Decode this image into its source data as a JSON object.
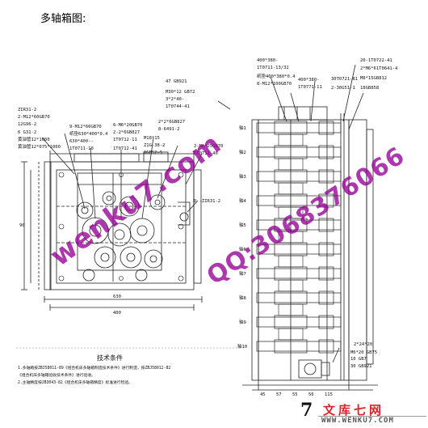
{
  "page": {
    "heading": "多轴箱图:"
  },
  "labels": {
    "l_zir": "ZIR31-2",
    "l_m12": "2-M12*60GB70",
    "l_12g96": "12G96-2",
    "l_6g31": "6 G31-2",
    "l_oil1": "黄油管12*1000",
    "l_oil2": "黄油管12*075*1000",
    "l_9m12": "9-M12*60GB70",
    "l_box": "纸垫630*400*0.4",
    "l_630": "630*400--",
    "l_1t0711_10": "1T0711-10",
    "l_6m6": "6-M6*20GB70",
    "l_2m6": "2-2*6GB827",
    "l_1t0712_11": "1T0712-11",
    "l_1t0712_41": "1T0712-41",
    "l_47": "47 GB921",
    "l_m30": "M30*12 GB72",
    "l_3x2": "3*2*40-",
    "l_1t0744": "1T0744-41",
    "l_2x2": "2*2*6GB827",
    "l_8": "8-6491-2",
    "l_m18": "M18*15",
    "l_z1g": "Z1G-38-2",
    "l_8gb": "8GB52-5",
    "l_2m6b": "2-M6*25GB70",
    "l_1t0711b": "1T0711-40",
    "l_dzir": "D -ZIR31-2",
    "l_400a": "400*380-",
    "l_1t0711_13": "1T0711-13/32",
    "l_gasket": "纸垫400*380*0.4",
    "l_8m12": "8-M12*100GB70",
    "l_400b": "400*380-",
    "l_1t0771": "1T0771-11",
    "l_20": "20-1T0722-41",
    "l_2m6c": "2*M6*61T0641-4",
    "l_30t": "30T0721-81",
    "l_m8": "M8*15GB812",
    "l_2_30g": "2-30G51-1",
    "l_18gb": "18GB858",
    "l_2x24": "2*24*20",
    "l_m6": "M6*20 GB75",
    "l_10": "10 GB7",
    "l_30": "30 GB921",
    "dim_630": "630",
    "dim_400": "400",
    "dim_90": "90",
    "dim_45": "45",
    "dim_57": "57",
    "dim_55": "55",
    "dim_56": "56",
    "dim_115": "115"
  },
  "spindles": {
    "s1": "轴1",
    "s2": "轴2",
    "s3": "轴3",
    "s4": "轴4",
    "s5": "轴5",
    "s6": "轴6",
    "s7": "轴7",
    "s8": "轴8",
    "s9": "轴9",
    "s10": "轴10"
  },
  "tech": {
    "title": "技术条件",
    "line1": "1.多轴箱按ZBJ58011-89《组合机床多轴箱制造技术条件》进行制造，按ZBJ58012-82",
    "line2": "《组合机床多轴箱验收技术条件》进行验收。",
    "line3": "2.主轴精度按JB3043-82《组合机床多轴箱精度》标准进行检验。"
  },
  "watermark": {
    "main": "wenku7.com",
    "qq": "QQ:3068376066"
  },
  "footer": {
    "seven": "7",
    "name": "文库七网",
    "url": "WWW.WENKU7.COM"
  }
}
